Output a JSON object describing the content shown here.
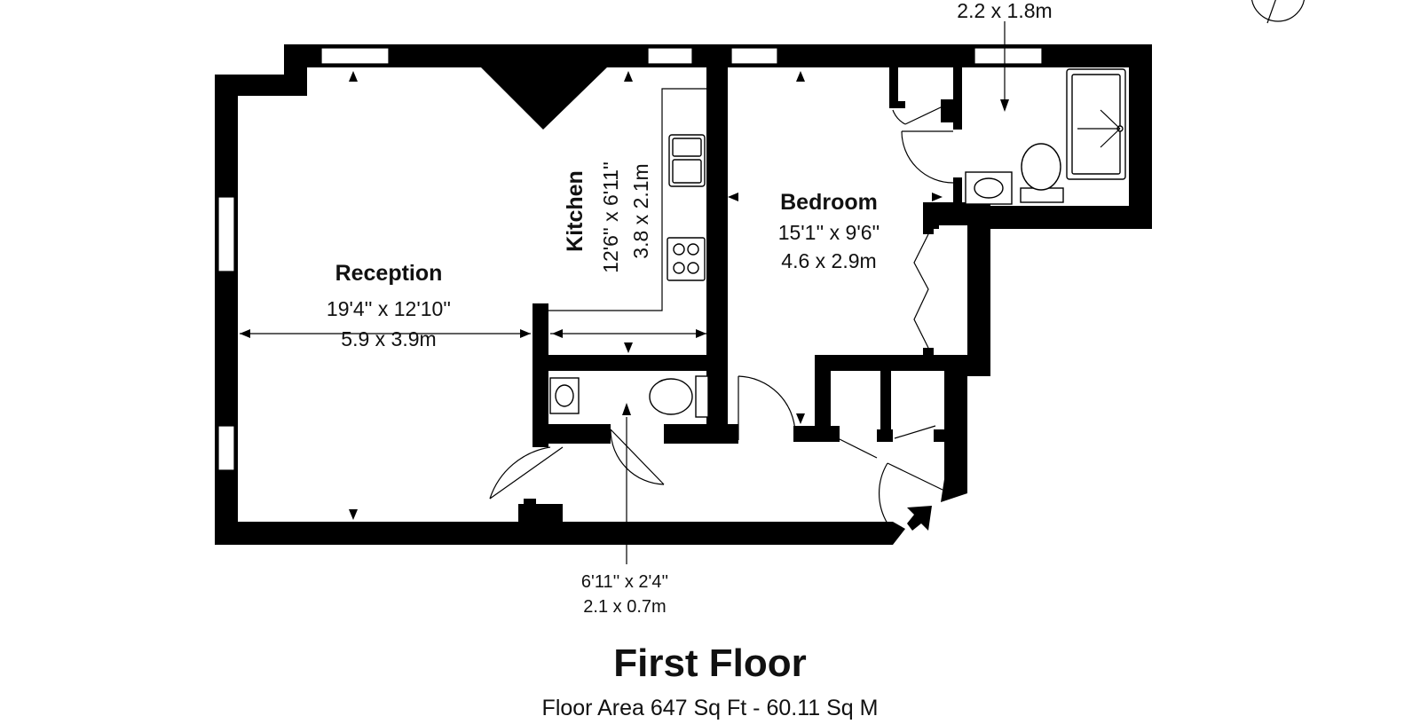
{
  "rooms": {
    "reception": {
      "name": "Reception",
      "dim_imperial": "19'4'' x 12'10''",
      "dim_metric": "5.9 x 3.9m"
    },
    "kitchen": {
      "name": "Kitchen",
      "dim_imperial": "12'6'' x 6'11''",
      "dim_metric": "3.8 x 2.1m"
    },
    "bedroom": {
      "name": "Bedroom",
      "dim_imperial": "15'1'' x 9'6''",
      "dim_metric": "4.6 x 2.9m"
    },
    "bathroom": {
      "dim_metric": "2.2 x 1.8m"
    },
    "wc": {
      "dim_imperial": "6'11'' x 2'4''",
      "dim_metric": "2.1 x 0.7m"
    }
  },
  "floor": {
    "title": "First Floor",
    "area": "Floor Area 647 Sq Ft - 60.11 Sq M"
  },
  "icons": [
    "compass-icon",
    "entrance-arrow-icon",
    "sink-icon",
    "hob-icon",
    "toilet-icon",
    "shower-icon",
    "basin-icon"
  ]
}
